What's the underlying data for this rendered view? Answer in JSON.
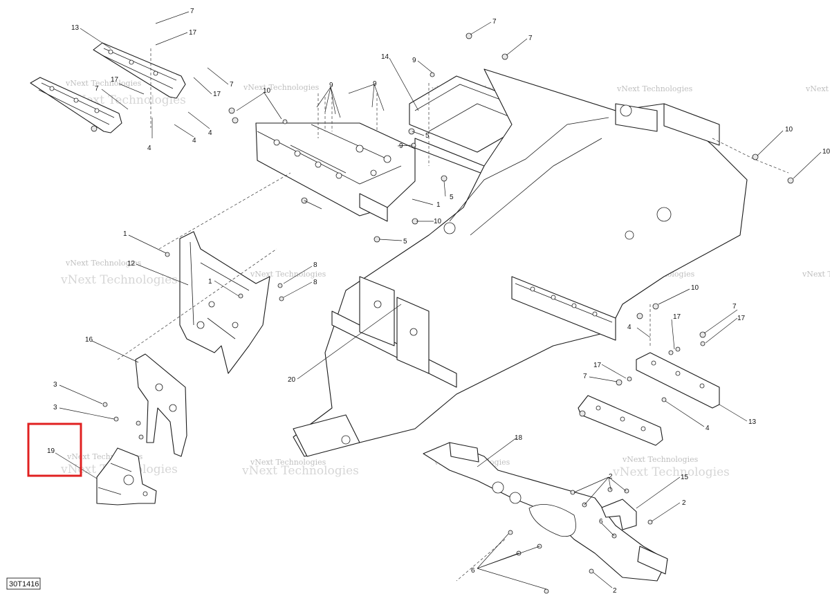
{
  "diagram_code": "30T1416",
  "watermark_text": "vNext Technologies",
  "highlight_color": "#e02020",
  "callouts": {
    "c1": "13",
    "c2": "7",
    "c3": "17",
    "c4": "7",
    "c5": "17",
    "c6": "17",
    "c7": "7",
    "c8": "4",
    "c9": "4",
    "c10": "4",
    "c11": "10",
    "c12": "9",
    "c13": "9",
    "c14": "14",
    "c15": "7",
    "c16": "7",
    "c17": "9",
    "c18": "5",
    "c19": "9",
    "c20": "5",
    "c21": "1",
    "c22": "10",
    "c23": "5",
    "c24": "10",
    "c25": "10",
    "c26": "1",
    "c27": "12",
    "c28": "8",
    "c29": "8",
    "c30": "1",
    "c31": "16",
    "c32": "3",
    "c33": "3",
    "c34": "19",
    "c35": "20",
    "c36": "10",
    "c37": "4",
    "c38": "17",
    "c39": "7",
    "c40": "17",
    "c41": "17",
    "c42": "7",
    "c43": "13",
    "c44": "4",
    "c45": "18",
    "c46": "15",
    "c47": "2",
    "c48": "2",
    "c49": "6",
    "c50": "6",
    "c51": "2"
  }
}
